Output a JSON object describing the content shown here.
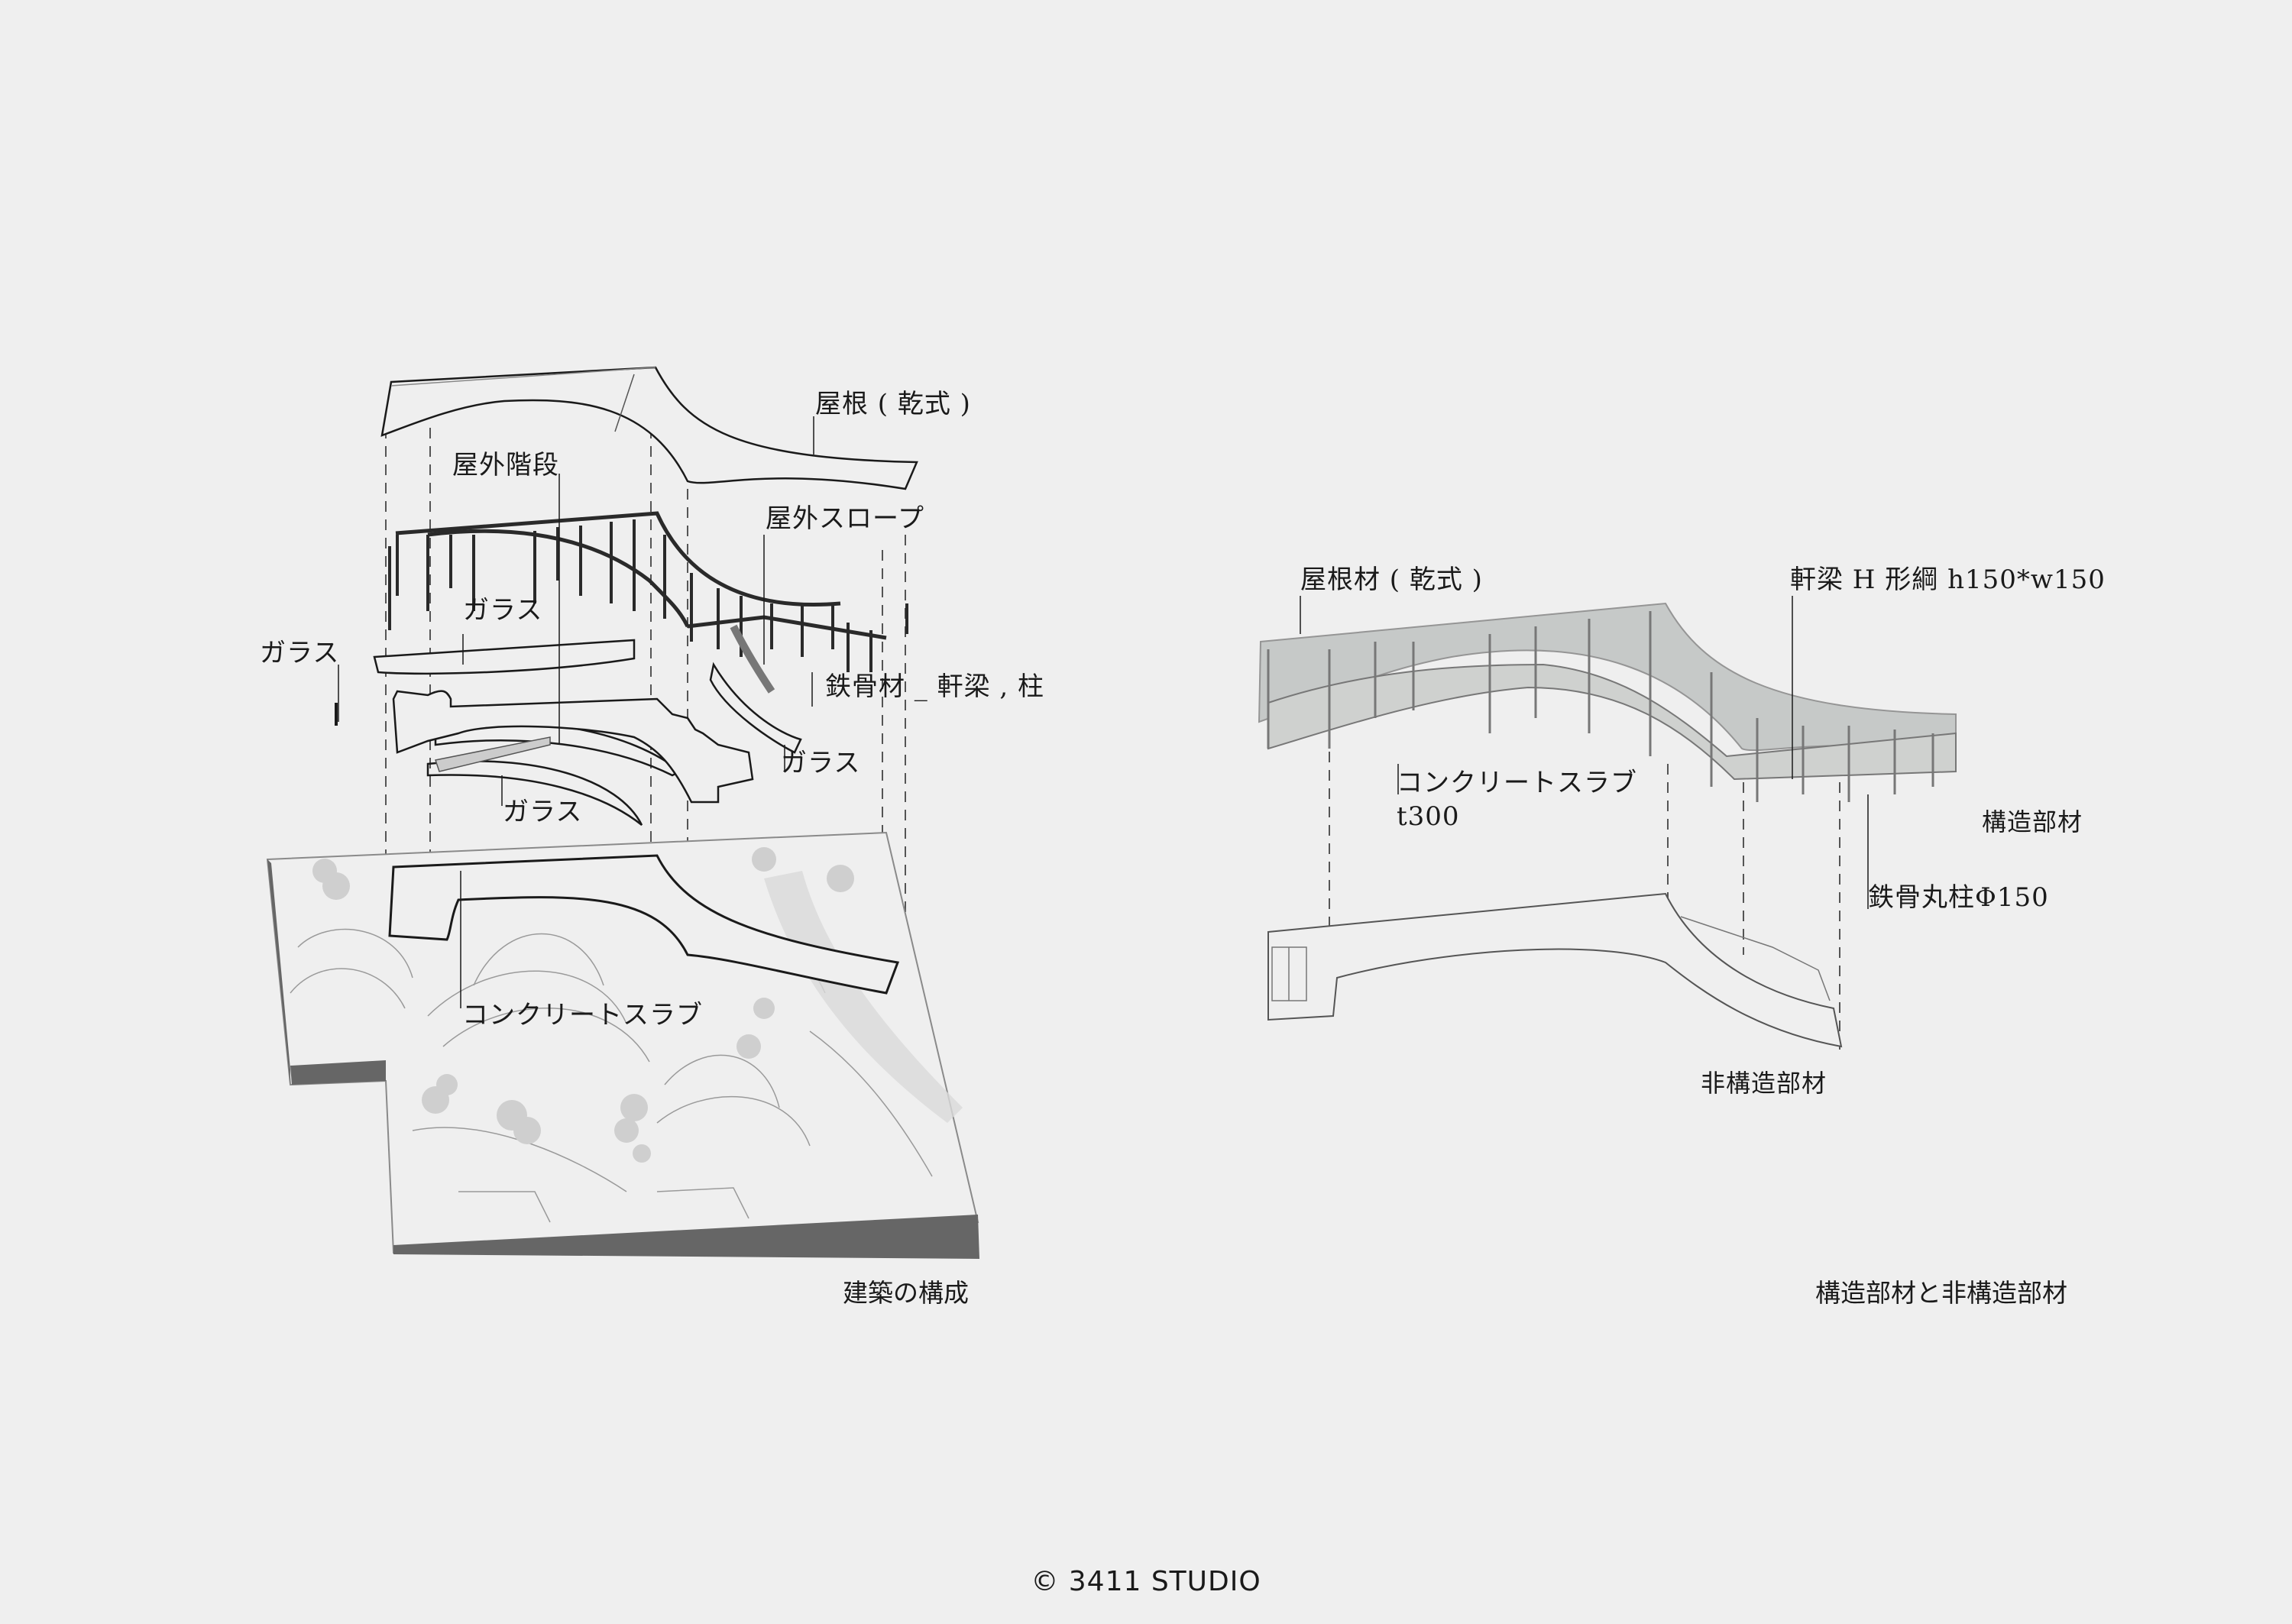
{
  "left_diagram": {
    "caption": "建築の構成",
    "labels": {
      "roof": "屋根 ( 乾式 )",
      "outdoor_stairs": "屋外階段",
      "outdoor_slope": "屋外スロープ",
      "glass_upper": "ガラス",
      "glass_left": "ガラス",
      "steel_frame": "鉄骨材 _ 軒梁 , 柱",
      "glass_right": "ガラス",
      "glass_lower": "ガラス",
      "concrete_slab": "コンクリートスラブ"
    }
  },
  "right_diagram": {
    "caption": "構造部材と非構造部材",
    "labels": {
      "roofing": "屋根材 ( 乾式 )",
      "eave_beam": "軒梁 H 形綱 h150*w150",
      "concrete_slab": "コンクリートスラブ",
      "slab_thickness": "t300",
      "structural": "構造部材",
      "steel_column": "鉄骨丸柱Φ150",
      "non_structural": "非構造部材"
    }
  },
  "footer": {
    "copyright": "© 3411 STUDIO"
  },
  "colors": {
    "background": "#efefef",
    "line": "#1a1a1a",
    "terrain_line": "#8a8a8a",
    "terrain_base": "#666666",
    "glass_fill": "#b9bdbb",
    "tree": "#cfcfcf"
  }
}
